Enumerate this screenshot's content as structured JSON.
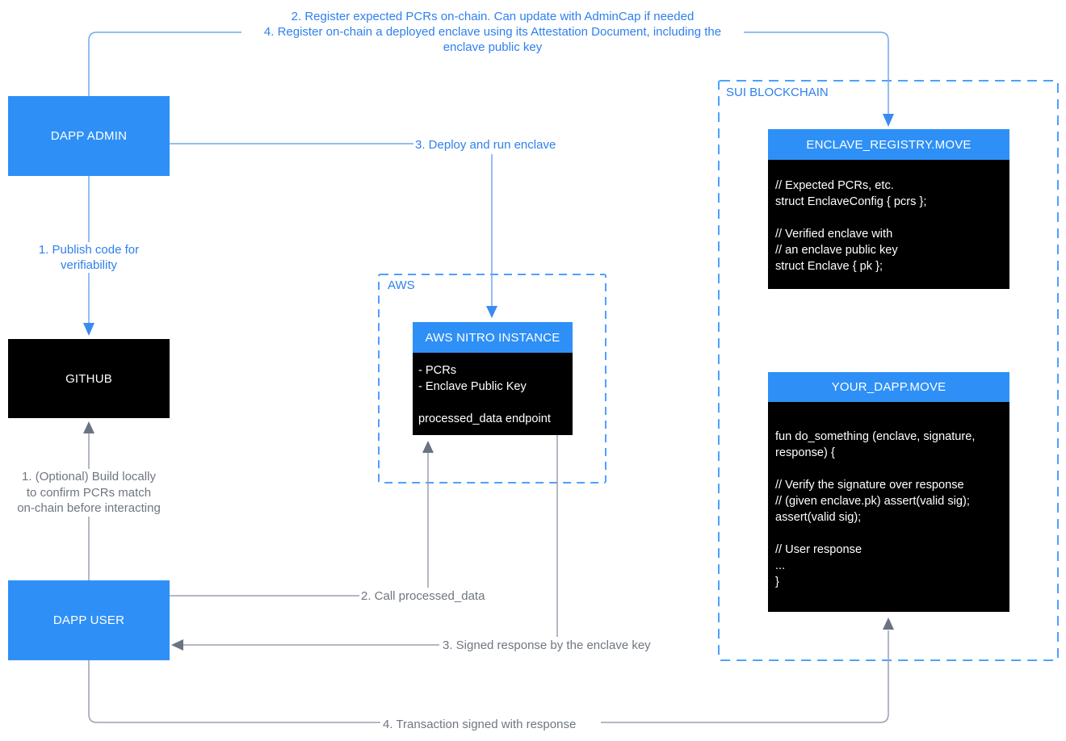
{
  "colors": {
    "node_blue": "#2e90f7",
    "node_black": "#000000",
    "dashed_border_blue": "#4da0ff",
    "label_blue": "#2f80ed",
    "label_gray": "#6f7680",
    "connector_blue": "#70a9f4",
    "connector_blue_arrowhead": "#3b8bef",
    "connector_gray": "#9aa1ad",
    "connector_gray_arrowhead": "#6a7382",
    "background": "#ffffff"
  },
  "nodes": {
    "dapp_admin": {
      "label": "DAPP ADMIN"
    },
    "github": {
      "label": "GITHUB"
    },
    "dapp_user": {
      "label": "DAPP USER"
    },
    "aws_group": {
      "label": "AWS"
    },
    "aws_nitro_instance": {
      "title": "AWS NITRO INSTANCE",
      "body": "- PCRs\n- Enclave Public Key\n\nprocessed_data endpoint"
    },
    "sui_group": {
      "label": "SUI BLOCKCHAIN"
    },
    "enclave_registry": {
      "title": "ENCLAVE_REGISTRY.MOVE",
      "body": "// Expected PCRs, etc.\nstruct EnclaveConfig { pcrs };\n\n// Verified enclave with\n// an enclave public key\nstruct Enclave { pk };"
    },
    "your_dapp": {
      "title": "YOUR_DAPP.MOVE",
      "body": "fun do_something (enclave, signature,\nresponse) {\n\n// Verify the signature over response\n// (given enclave.pk) assert(valid sig);\nassert(valid sig);\n\n// User response\n...\n}"
    }
  },
  "edges": {
    "register_pcrs": {
      "line1": "2. Register expected PCRs on-chain. Can update with AdminCap if needed",
      "line2": "4. Register on-chain a deployed enclave using its Attestation Document, including the",
      "line3": "enclave public key"
    },
    "publish_code": {
      "label": "1. Publish code for verifiability"
    },
    "deploy_enclave": {
      "label": "3. Deploy and run enclave"
    },
    "optional_build": {
      "label": "1. (Optional) Build locally to confirm PCRs match on-chain before interacting"
    },
    "call_processed_data": {
      "label": "2. Call processed_data"
    },
    "signed_response": {
      "label": "3. Signed response by the enclave key"
    },
    "transaction_signed": {
      "label": "4. Transaction signed with response"
    }
  }
}
